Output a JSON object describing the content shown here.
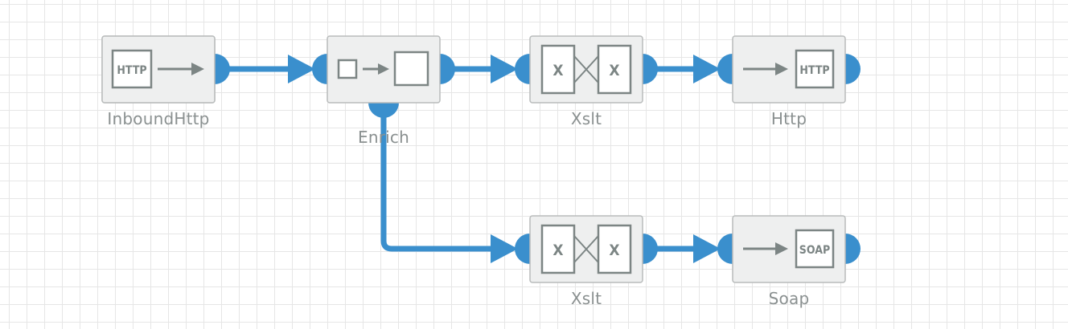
{
  "colors": {
    "connector": "#3a8fcd",
    "node_fill": "#eeefef",
    "node_stroke": "#b9bcbc",
    "icon": "#7c8584",
    "label": "#8a9090"
  },
  "nodes": [
    {
      "id": "inbound-http",
      "label": "InboundHttp",
      "icon": "http-inbound-icon",
      "icon_text": "HTTP"
    },
    {
      "id": "enrich",
      "label": "Enrich",
      "icon": "enrich-icon"
    },
    {
      "id": "xslt-top",
      "label": "Xslt",
      "icon": "xslt-icon",
      "icon_text": "X"
    },
    {
      "id": "http-out",
      "label": "Http",
      "icon": "http-outbound-icon",
      "icon_text": "HTTP"
    },
    {
      "id": "xslt-bottom",
      "label": "Xslt",
      "icon": "xslt-icon",
      "icon_text": "X"
    },
    {
      "id": "soap-out",
      "label": "Soap",
      "icon": "soap-outbound-icon",
      "icon_text": "SOAP"
    }
  ],
  "edges": [
    {
      "from": "inbound-http",
      "to": "enrich"
    },
    {
      "from": "enrich",
      "to": "xslt-top"
    },
    {
      "from": "xslt-top",
      "to": "http-out"
    },
    {
      "from": "enrich",
      "to": "xslt-bottom"
    },
    {
      "from": "xslt-bottom",
      "to": "soap-out"
    }
  ]
}
